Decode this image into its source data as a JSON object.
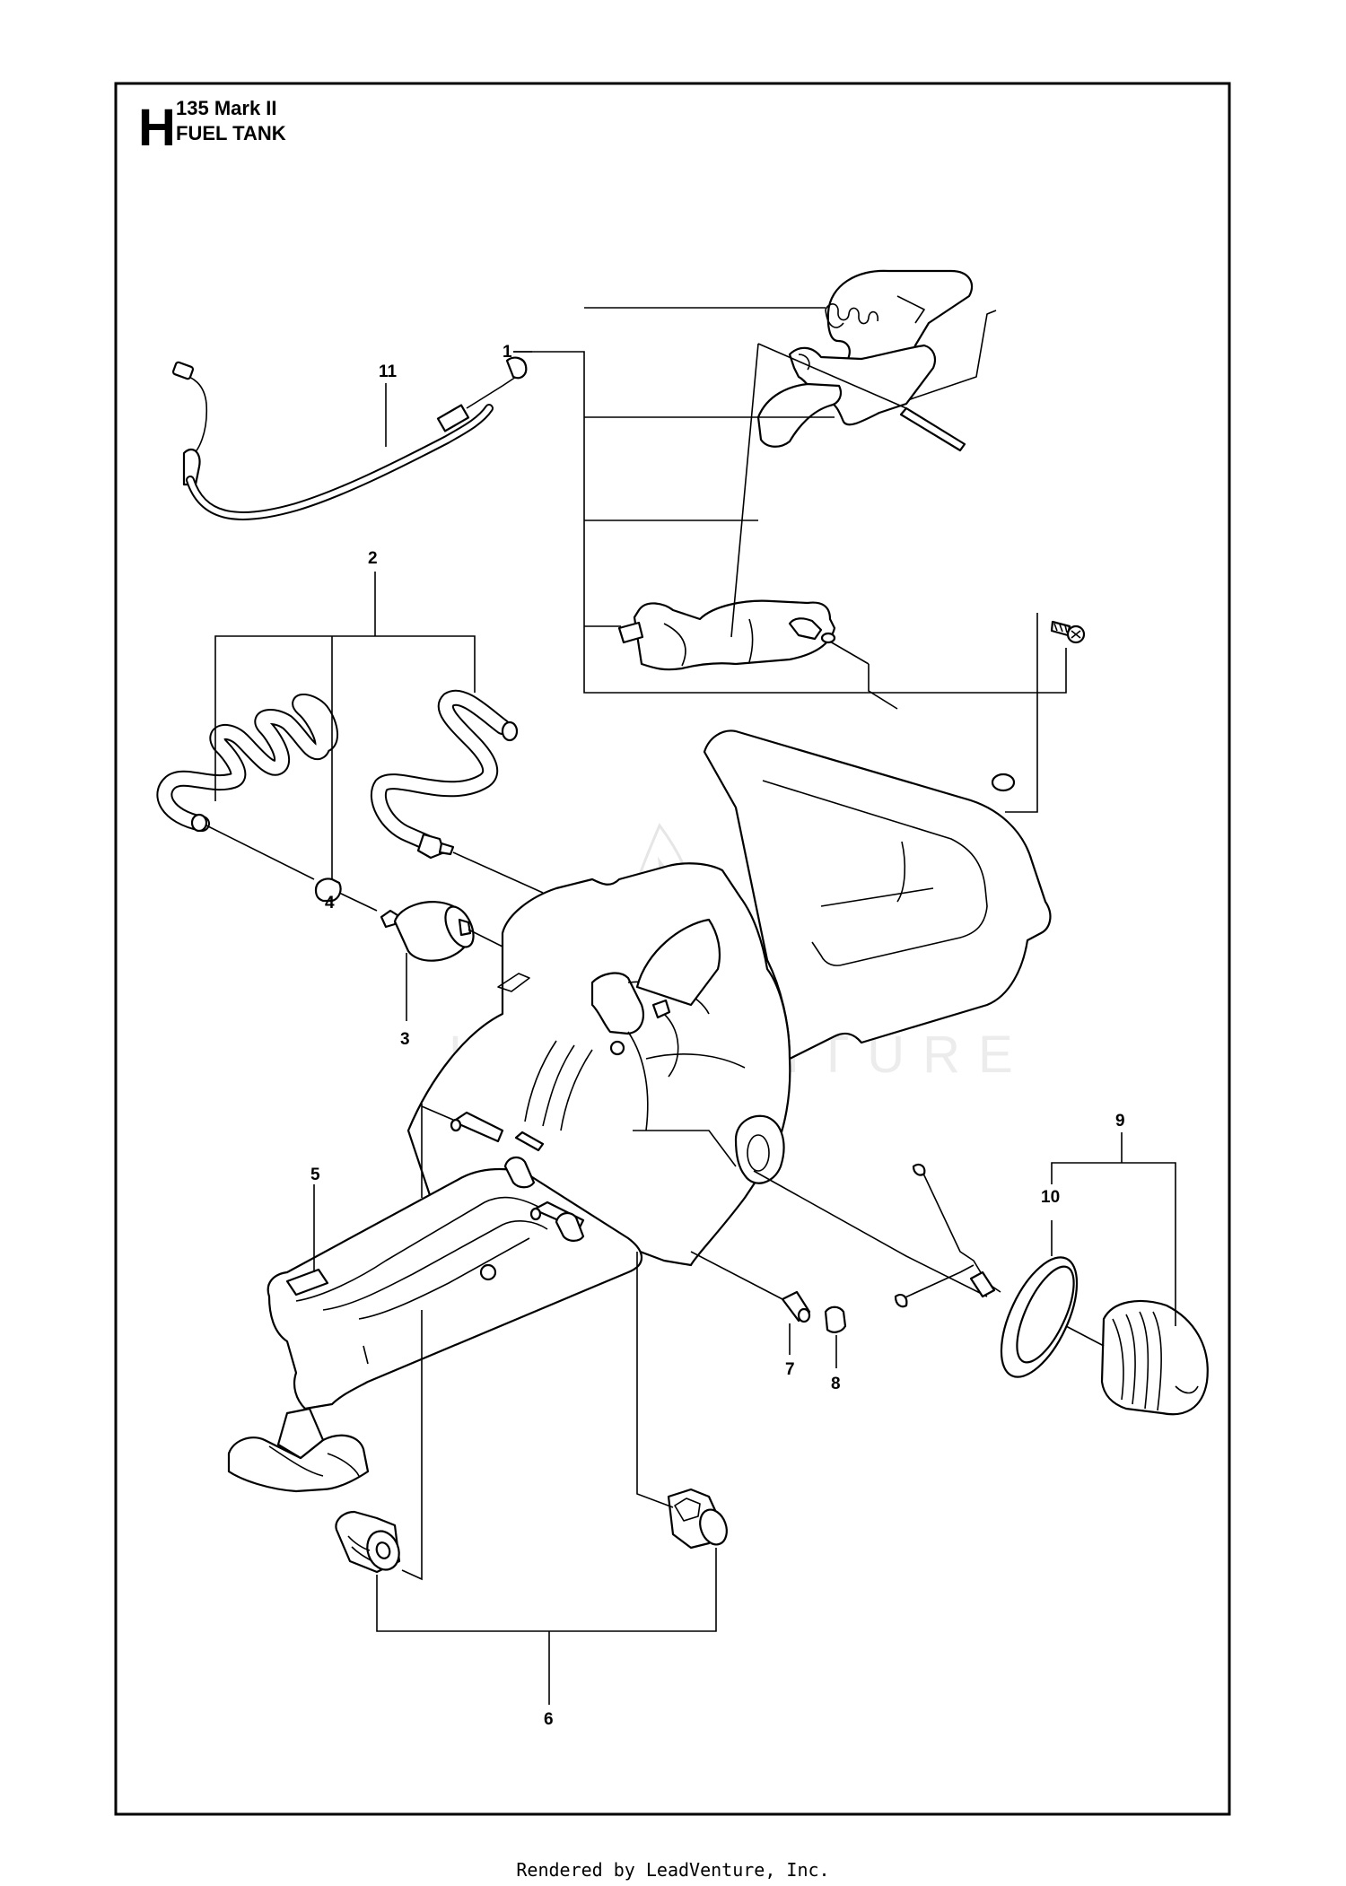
{
  "header": {
    "section_letter": "H",
    "model": "135 Mark II",
    "title": "FUEL TANK"
  },
  "watermark": {
    "text": "LEADVENTURE"
  },
  "callouts": [
    "1",
    "2",
    "3",
    "4",
    "5",
    "6",
    "7",
    "8",
    "9",
    "10",
    "11"
  ],
  "footer": {
    "text": "Rendered by LeadVenture, Inc."
  }
}
